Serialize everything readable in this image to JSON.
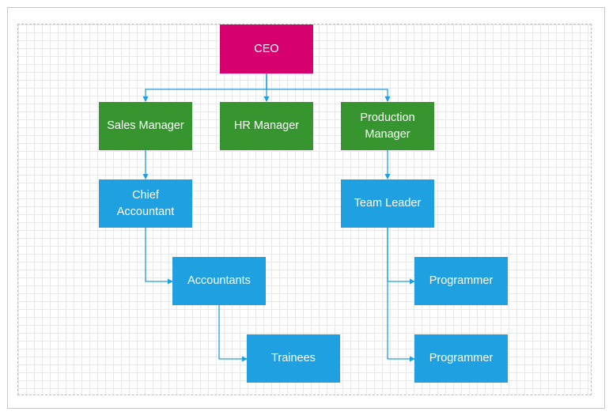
{
  "diagram": {
    "colors": {
      "ceo": "#d6006e",
      "manager": "#36952f",
      "staff": "#1fa0e0",
      "connector": "#1fa0e0"
    },
    "nodes": {
      "ceo": "CEO",
      "sales_manager": "Sales Manager",
      "hr_manager": "HR Manager",
      "production_manager": "Production\nManager",
      "chief_accountant": "Chief\nAccountant",
      "team_leader": "Team Leader",
      "accountants": "Accountants",
      "trainees": "Trainees",
      "programmer_1": "Programmer",
      "programmer_2": "Programmer"
    }
  }
}
